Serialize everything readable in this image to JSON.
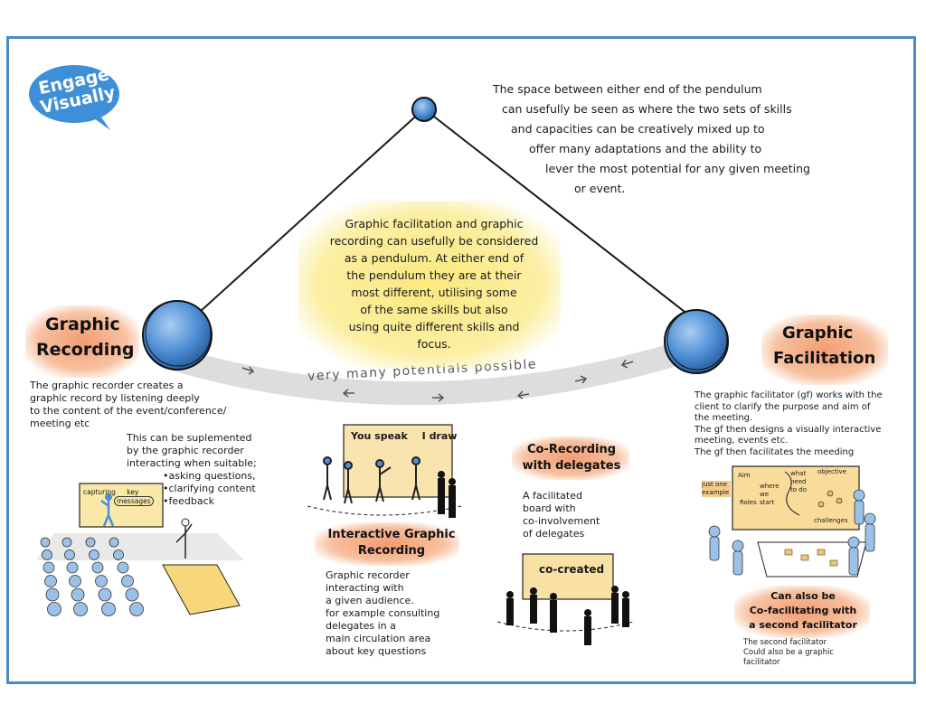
{
  "logo": {
    "line1": "Engage",
    "line2": "Visually"
  },
  "top_note": [
    "The space between either end of the pendulum",
    "can usefully be seen as where the two sets of skills",
    "and capacities can be creatively mixed up to",
    "offer many adaptations and the ability to",
    "lever the most potential for any given meeting",
    "or event."
  ],
  "center_note": [
    "Graphic facilitation and graphic",
    "recording can usefully be considered",
    "as a pendulum. At either end of",
    "the pendulum they are at their",
    "most different, utilising some",
    "of the same skills but also",
    "using quite different skills and",
    "focus."
  ],
  "arc_label": "very many potentials possible",
  "graphic_recording": {
    "title1": "Graphic",
    "title2": "Recording",
    "desc": [
      "The graphic recorder creates a",
      "graphic record by listening deeply",
      "to the content of the event/conference/",
      "meeting etc"
    ],
    "supplement": [
      "This can be suplemented",
      "by the graphic recorder",
      "interacting when suitable;"
    ],
    "bullets": [
      "•asking questions,",
      "•clarifying content",
      "•feedback"
    ],
    "board_labels": {
      "a": "capturing",
      "b": "key",
      "c": "messages"
    }
  },
  "graphic_facilitation": {
    "title1": "Graphic",
    "title2": "Facilitation",
    "desc": [
      "The graphic facilitator (gf) works with the",
      "client to clarify the purpose and aim of",
      "the meeting.",
      "The gf then designs a visually interactive",
      "meeting, events etc.",
      "The gf then facilitates the meeding"
    ],
    "board_labels": {
      "aim": "Aim",
      "where": "where we start",
      "what": "what need to do",
      "goal": "objective",
      "roles": "Roles",
      "challenges": "challenges",
      "example": "just one example"
    },
    "cofac_title": [
      "Can also be",
      "Co-facilitating with",
      "a second facilitator"
    ],
    "cofac_note": [
      "The second facilitator",
      "Could also be a graphic",
      "facilitator"
    ]
  },
  "interactive": {
    "board_text1": "You speak",
    "board_text2": "I draw",
    "title1": "Interactive Graphic",
    "title2": "Recording",
    "desc": [
      "Graphic recorder",
      "interacting with",
      "a given audience.",
      "for example consulting",
      "delegates in a",
      "main circulation area",
      "about key questions"
    ]
  },
  "co_recording": {
    "title1": "Co-Recording",
    "title2": "with delegates",
    "desc": [
      "A facilitated",
      "board with",
      "co-involvement",
      "of delegates"
    ],
    "board_text": "co-created"
  },
  "colors": {
    "frame": "#4a8cc7",
    "ball": "#4f8fd6",
    "orange": "#f0865a",
    "yellow": "#f8e37a"
  }
}
